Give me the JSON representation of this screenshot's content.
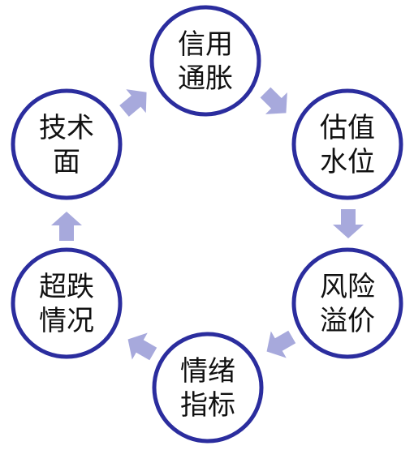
{
  "colors": {
    "circle_stroke": "#2b2d9e",
    "circle_fill": "#ffffff",
    "arrow_fill": "#a7a9dc",
    "text": "#111111"
  },
  "nodes": [
    {
      "id": "credit-inflation",
      "line1": "信用",
      "line2": "通胀"
    },
    {
      "id": "valuation-level",
      "line1": "估值",
      "line2": "水位"
    },
    {
      "id": "risk-premium",
      "line1": "风险",
      "line2": "溢价"
    },
    {
      "id": "sentiment-indicator",
      "line1": "情绪",
      "line2": "指标"
    },
    {
      "id": "oversold-status",
      "line1": "超跌",
      "line2": "情况"
    },
    {
      "id": "technical-aspect",
      "line1": "技术",
      "line2": "面"
    }
  ],
  "arrows": [
    "arrow-1",
    "arrow-2",
    "arrow-3",
    "arrow-4",
    "arrow-5",
    "arrow-6"
  ]
}
